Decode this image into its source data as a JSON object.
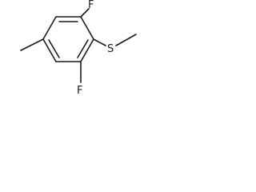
{
  "structure": {
    "atoms": {
      "fluorine_top": "F",
      "fluorine_bottom": "F",
      "sulfur": "S"
    }
  }
}
